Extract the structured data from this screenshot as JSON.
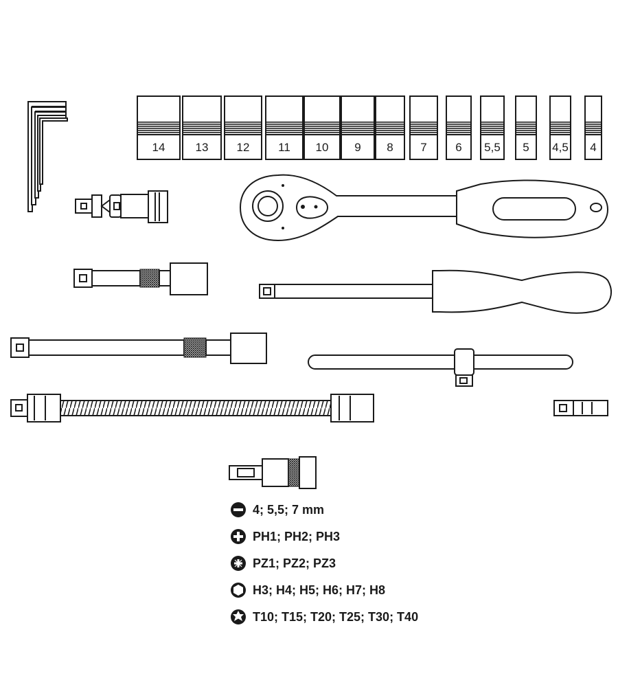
{
  "sockets": [
    {
      "label": "14"
    },
    {
      "label": "13"
    },
    {
      "label": "12"
    },
    {
      "label": "11"
    },
    {
      "label": "10"
    },
    {
      "label": "9"
    },
    {
      "label": "8"
    },
    {
      "label": "7"
    },
    {
      "label": "6"
    },
    {
      "label": "5,5"
    },
    {
      "label": "5"
    },
    {
      "label": "4,5"
    },
    {
      "label": "4"
    }
  ],
  "bits": [
    {
      "icon": "slotted-icon",
      "label": "4; 5,5; 7 mm"
    },
    {
      "icon": "phillips-icon",
      "label": "PH1; PH2; PH3"
    },
    {
      "icon": "pozidriv-icon",
      "label": "PZ1; PZ2; PZ3"
    },
    {
      "icon": "hex-icon",
      "label": "H3; H4; H5; H6; H7; H8"
    },
    {
      "icon": "torx-icon",
      "label": "T10; T15; T20; T25; T30; T40"
    }
  ],
  "colors": {
    "line": "#1a1a1a",
    "background": "#ffffff"
  }
}
